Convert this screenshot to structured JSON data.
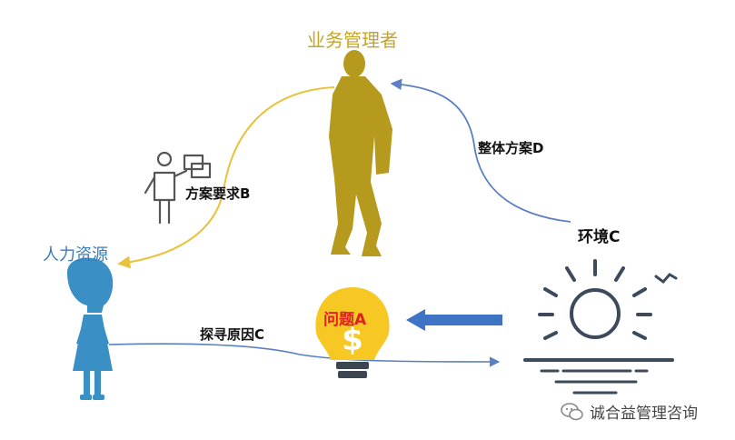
{
  "labels": {
    "manager": "业务管理者",
    "hr": "人力资源",
    "plan_d": "整体方案D",
    "requirement_b": "方案要求B",
    "environment_c": "环境C",
    "find_cause_c": "探寻原因C",
    "problem_a": "问题A"
  },
  "watermark": {
    "text": "诚合益管理咨询",
    "icon": "wechat-icon"
  },
  "colors": {
    "manager": "#b59a1e",
    "hr": "#3a8fc4",
    "arrow_yellow": "#e8c23a",
    "arrow_blue": "#5a7fc2",
    "bulb_yellow": "#f7c824",
    "problem_red": "#e02020",
    "sun": "#3d4a5c"
  },
  "icons": [
    "businessman-silhouette",
    "girl-figure",
    "presenter-icon",
    "lightbulb-dollar-icon",
    "sunrise-icon",
    "block-arrow-left"
  ]
}
